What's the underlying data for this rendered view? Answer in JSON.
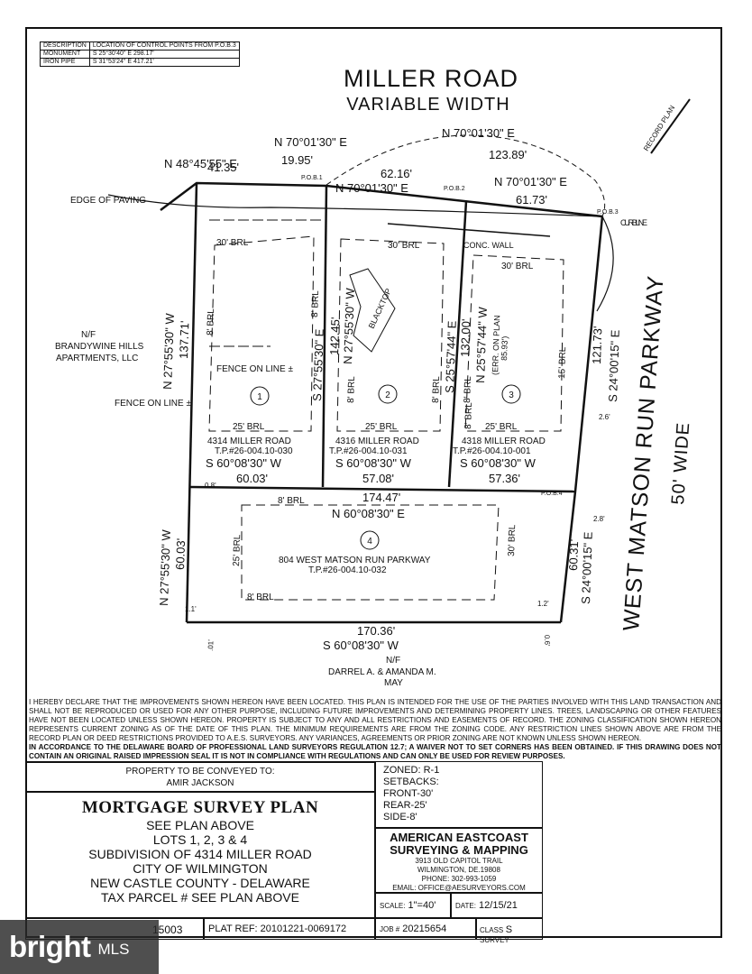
{
  "control_table": {
    "headers": [
      "DESCRIPTION",
      "LOCATION OF CONTROL POINTS FROM P.O.B.3"
    ],
    "rows": [
      [
        "MONUMENT",
        "S 25°30'40\" E  298.17'"
      ],
      [
        "IRON PIPE",
        "S 31°53'24\" E  417.21'"
      ]
    ]
  },
  "road": {
    "name": "MILLER ROAD",
    "width": "VARIABLE WIDTH",
    "record_plan": "RECORD PLAN"
  },
  "parkway": {
    "name": "WEST MATSON RUN PARKWAY",
    "width": "50' WIDE"
  },
  "labels": {
    "edge_of_paving": "EDGE OF PAVING",
    "curb_line": "CURB LINE",
    "conc_wall": "CONC. WALL",
    "blacktop": "BLACKTOP",
    "fence_on_line_1": "FENCE ON LINE ±",
    "fence_on_line_2": "FENCE ON LINE ±",
    "nf_left": "N/F",
    "brandywine": "BRANDYWINE HILLS",
    "brandywine2": "APARTMENTS, LLC",
    "nf_bottom": "N/F",
    "darrel": "DARREL A. & AMANDA M.",
    "may": "MAY",
    "pob1": "P.O.B.1",
    "pob2": "P.O.B.2",
    "pob3": "P.O.B.3",
    "pob4": "P.O.B.4"
  },
  "bearings": {
    "b1": "N 48°45'55\" E",
    "d1": "41.35'",
    "b2": "N 70°01'30\" E",
    "d2": "19.95'",
    "b3": "N 70°01'30\" E",
    "d3": "123.89'",
    "d4": "62.16'",
    "b4": "N 70°01'30\" E",
    "b5": "N 70°01'30\" E",
    "d5": "61.73'",
    "left_bearing": "N 27°55'30\" W",
    "left_dist": "137.71'",
    "left2_bearing": "N 27°55'30\" W",
    "left2_dist": "60.03'",
    "s1_bearing": "S 27°55'30\" E",
    "s1_dist": "142.45'",
    "s1_alt": "N 27°55'30\" W",
    "s2_bearing": "S 25°57'44\" E",
    "s2_dist": "132.00'",
    "s2_alt": "N 25°57'44\" W",
    "s2_err": "(ERR. ON PLAN",
    "s2_err2": "85.93')",
    "r_dist": "121.73'",
    "r_bearing": "S 24°00'15\" E",
    "r2_bearing": "S 24°00'15\" E",
    "r2_dist": "60.31'",
    "lot1_bearing": "S 60°08'30\" W",
    "lot1_dist": "60.03'",
    "lot2_bearing": "S 60°08'30\" W",
    "lot2_dist": "57.08'",
    "lot3_bearing": "S 60°08'30\" W",
    "lot3_dist": "57.36'",
    "lot4_dist": "174.47'",
    "lot4_bearing": "N 60°08'30\" E",
    "bottom_dist": "170.36'",
    "bottom_bearing": "S 60°08'30\" W",
    "off_08": "0.8'",
    "off_26": "2.6'",
    "off_28": "2.8'",
    "off_11": "1.1'",
    "off_12": "1.2'",
    "off_01": ".01'",
    "off_06": "0.6'"
  },
  "lots": [
    {
      "num": "1",
      "addr": "4314 MILLER ROAD",
      "tp": "T.P.#26-004.10-030"
    },
    {
      "num": "2",
      "addr": "4316 MILLER ROAD",
      "tp": "T.P.#26-004.10-031"
    },
    {
      "num": "3",
      "addr": "4318 MILLER ROAD",
      "tp": "T.P.#26-004.10-001"
    },
    {
      "num": "4",
      "addr": "804 WEST MATSON RUN PARKWAY",
      "tp": "T.P.#26-004.10-032"
    }
  ],
  "setbacks": {
    "brl30a": "30' BRL",
    "brl30b": "30' BRL",
    "brl30c": "30' BRL",
    "brl30d": "30' BRL",
    "brl25a": "25' BRL",
    "brl25b": "25' BRL",
    "brl25c": "25' BRL",
    "brl25d": "25' BRL",
    "brl8a": "8' BRL",
    "brl8b": "8' BRL",
    "brl8c": "8' BRL",
    "brl8d": "8' BRL",
    "brl8e": "8' BRL",
    "brl8f": "8' BRL",
    "brl8g": "8' BRL",
    "brl8h": "8' BRL",
    "brl15": "15' BRL"
  },
  "certification": {
    "text": "I HEREBY DECLARE THAT THE IMPROVEMENTS SHOWN HEREON HAVE BEEN LOCATED. THIS PLAN IS INTENDED FOR THE USE OF THE PARTIES INVOLVED WITH THIS LAND TRANSACTION AND SHALL NOT BE REPRODUCED OR USED FOR ANY OTHER PURPOSE, INCLUDING FUTURE IMPROVEMENTS AND DETERMINING PROPERTY LINES. TREES, LANDSCAPING OR OTHER FEATURES HAVE NOT BEEN LOCATED UNLESS SHOWN HEREON. PROPERTY IS SUBJECT TO ANY AND ALL RESTRICTIONS AND EASEMENTS OF RECORD. THE ZONING CLASSIFICATION SHOWN HEREON REPRESENTS CURRENT ZONING AS OF THE DATE OF THIS PLAN. THE MINIMUM REQUIREMENTS ARE FROM THE ZONING CODE. ANY RESTRICTION LINES SHOWN ABOVE ARE FROM THE RECORD PLAN OR DEED RESTRICTIONS PROVIDED TO A.E.S. SURVEYORS. ANY VARIANCES, AGREEMENTS OR PRIOR ZONING ARE NOT KNOWN UNLESS SHOWN HEREON.",
    "bold": "IN ACCORDANCE TO THE DELAWARE BOARD OF PROFESSIONAL LAND SURVEYORS REGULATION 12.7; A WAIVER NOT TO SET CORNERS HAS BEEN OBTAINED. IF THIS DRAWING DOES NOT CONTAIN AN ORIGINAL RAISED IMPRESSION SEAL IT IS NOT IN COMPLIANCE WITH REGULATIONS AND CAN ONLY BE USED FOR REVIEW PURPOSES."
  },
  "title_block": {
    "conveyed_label": "PROPERTY TO BE CONVEYED TO:",
    "conveyed_name": "AMIR JACKSON",
    "title": "MORTGAGE SURVEY PLAN",
    "lines": [
      "SEE PLAN ABOVE",
      "LOTS 1, 2, 3 & 4",
      "SUBDIVISION OF 4314 MILLER ROAD",
      "CITY OF WILMINGTON",
      "NEW CASTLE COUNTY - DELAWARE",
      "TAX PARCEL # SEE PLAN ABOVE"
    ],
    "zoned": "ZONED: R-1",
    "setbacks_label": "SETBACKS:",
    "front": "FRONT-30'",
    "rear": "REAR-25'",
    "side": "SIDE-8'",
    "company1": "AMERICAN EASTCOAST",
    "company2": "SURVEYING & MAPPING",
    "addr1": "3913 OLD CAPITOL TRAIL",
    "addr2": "WILMINGTON, DE.19808",
    "phone": "PHONE: 302-993-1059",
    "email": "EMAIL: OFFICE@AESURVEYORS.COM",
    "scale_label": "SCALE:",
    "scale": "1\"=40'",
    "date_label": "DATE:",
    "date": "12/15/21",
    "ref_left": "15003",
    "plat_ref": "PLAT REF: 20101221-0069172",
    "job_label": "JOB #",
    "job": "20215654",
    "class_label": "CLASS",
    "class_val": "S",
    "class_suffix": "SURVEY"
  },
  "watermark": {
    "brand": "bright",
    "suffix": "MLS"
  }
}
